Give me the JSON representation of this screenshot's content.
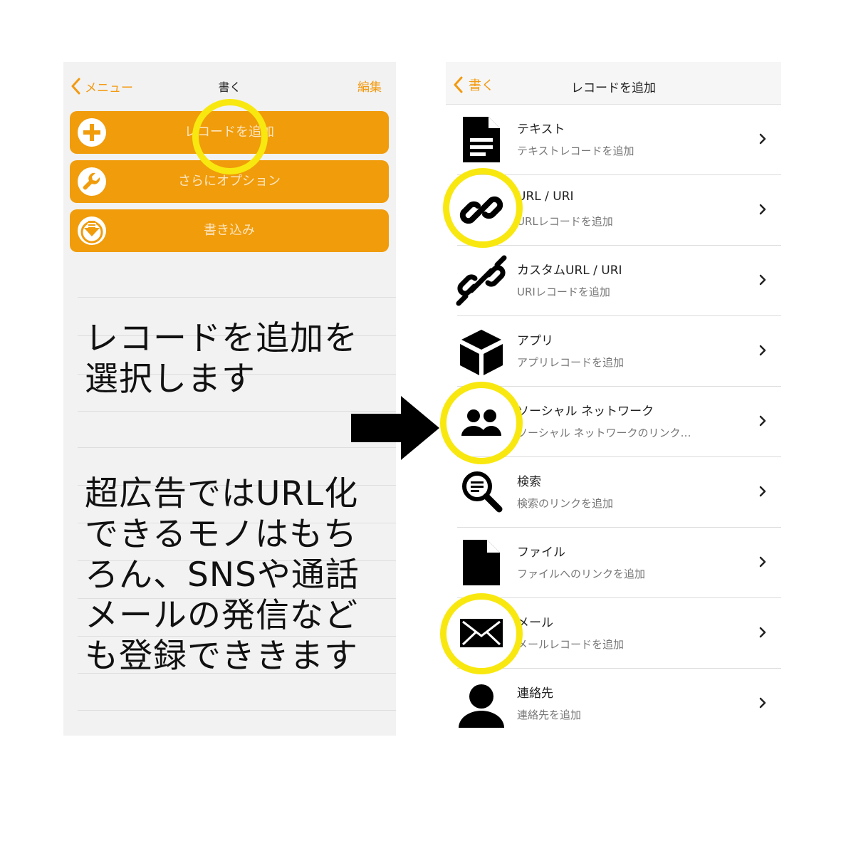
{
  "left": {
    "nav": {
      "back_label": "メニュー",
      "title": "書く",
      "edit_label": "編集"
    },
    "buttons": [
      {
        "label": "レコードを追加",
        "icon": "plus-circle-icon"
      },
      {
        "label": "さらにオプション",
        "icon": "wrench-icon"
      },
      {
        "label": "書き込み",
        "icon": "download-icon"
      }
    ],
    "caption_1": [
      "レコードを追加を",
      "選択します"
    ],
    "caption_2": [
      "超広告ではURL化",
      "できるモノはもち",
      "ろん、SNSや通話",
      "メールの発信など",
      "も登録でききます"
    ]
  },
  "right": {
    "nav": {
      "back_label": "書く",
      "title": "レコードを追加"
    },
    "rows": [
      {
        "title": "テキスト",
        "subtitle": "テキストレコードを追加",
        "icon": "document-text-icon"
      },
      {
        "title": "URL / URI",
        "subtitle": "URLレコードを追加",
        "icon": "link-icon"
      },
      {
        "title": "カスタムURL / URI",
        "subtitle": "URIレコードを追加",
        "icon": "broken-link-icon"
      },
      {
        "title": "アプリ",
        "subtitle": "アプリレコードを追加",
        "icon": "cube-icon"
      },
      {
        "title": "ソーシャル ネットワーク",
        "subtitle": "ソーシャル ネットワークのリンク…",
        "icon": "people-icon"
      },
      {
        "title": "検索",
        "subtitle": "検索のリンクを追加",
        "icon": "search-icon"
      },
      {
        "title": "ファイル",
        "subtitle": "ファイルへのリンクを追加",
        "icon": "file-icon"
      },
      {
        "title": "メール",
        "subtitle": "メールレコードを追加",
        "icon": "mail-icon"
      },
      {
        "title": "連絡先",
        "subtitle": "連絡先を追加",
        "icon": "person-icon"
      }
    ]
  },
  "colors": {
    "accent": "#f39a10",
    "button": "#f09c0b",
    "highlight": "#f8e80f"
  }
}
